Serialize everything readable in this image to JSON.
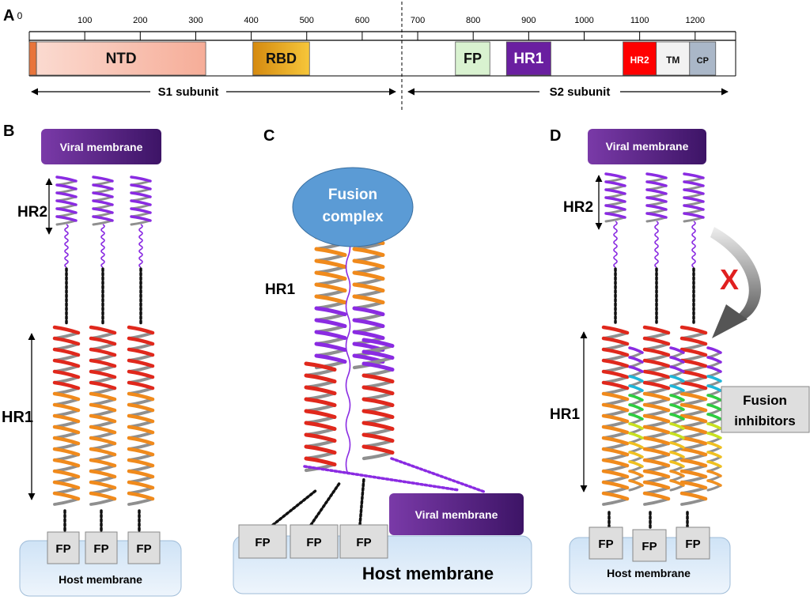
{
  "panel_letters": {
    "a": "A",
    "b": "B",
    "c": "C",
    "d": "D"
  },
  "panel_a": {
    "ruler": {
      "ticks": [
        {
          "label": "0",
          "residue": 0
        },
        {
          "label": "100",
          "residue": 100
        },
        {
          "label": "200",
          "residue": 200
        },
        {
          "label": "300",
          "residue": 300
        },
        {
          "label": "400",
          "residue": 400
        },
        {
          "label": "500",
          "residue": 500
        },
        {
          "label": "600",
          "residue": 600
        },
        {
          "label": "700",
          "residue": 700
        },
        {
          "label": "800",
          "residue": 800
        },
        {
          "label": "900",
          "residue": 900
        },
        {
          "label": "1000",
          "residue": 1000
        },
        {
          "label": "1100",
          "residue": 1100
        },
        {
          "label": "1200",
          "residue": 1200
        }
      ]
    },
    "domains": [
      {
        "key": "sp",
        "label": "",
        "start": 0,
        "end": 13,
        "color": "#e8743b"
      },
      {
        "key": "ntd",
        "label": "NTD",
        "start": 13,
        "end": 318,
        "color": "#f8c4b4"
      },
      {
        "key": "rbd",
        "label": "RBD",
        "start": 403,
        "end": 505,
        "color": "#e6a117"
      },
      {
        "key": "fp",
        "label": "FP",
        "start": 768,
        "end": 830,
        "color": "#d9f2d0"
      },
      {
        "key": "hr1",
        "label": "HR1",
        "start": 860,
        "end": 940,
        "color": "#6a1fa0"
      },
      {
        "key": "hr2",
        "label": "HR2",
        "start": 1070,
        "end": 1130,
        "color": "#ff0000"
      },
      {
        "key": "tm",
        "label": "TM",
        "start": 1130,
        "end": 1190,
        "color": "#f2f2f2"
      },
      {
        "key": "cp",
        "label": "CP",
        "start": 1190,
        "end": 1237,
        "color": "#aab7c8"
      }
    ],
    "s1_label": "S1 subunit",
    "s2_label": "S2 subunit"
  },
  "panel_b": {
    "viral_membrane": "Viral membrane",
    "hr2": "HR2",
    "hr1": "HR1",
    "fp": [
      "FP",
      "FP",
      "FP"
    ],
    "host_membrane": "Host membrane"
  },
  "panel_c": {
    "fusion_complex_line1": "Fusion",
    "fusion_complex_line2": "complex",
    "hr1": "HR1",
    "viral_membrane": "Viral membrane",
    "fp": [
      "FP",
      "FP",
      "FP"
    ],
    "host_membrane": "Host membrane"
  },
  "panel_d": {
    "viral_membrane": "Viral membrane",
    "hr2": "HR2",
    "hr1": "HR1",
    "blocked_mark": "X",
    "inhibitor_line1": "Fusion",
    "inhibitor_line2": "inhibitors",
    "fp": [
      "FP",
      "FP",
      "FP"
    ],
    "host_membrane": "Host membrane"
  },
  "colors": {
    "viral_membrane_dark": "#3d1466",
    "viral_membrane_light": "#7a3aa8",
    "host_membrane": "#dcebf8",
    "fusion_complex": "#5b9bd5",
    "helix_red": "#e0281c",
    "helix_orange": "#f08a1c",
    "helix_purple": "#8a2be2",
    "helix_gray": "#8f8f8f",
    "blocked_mark": "#e02020"
  }
}
